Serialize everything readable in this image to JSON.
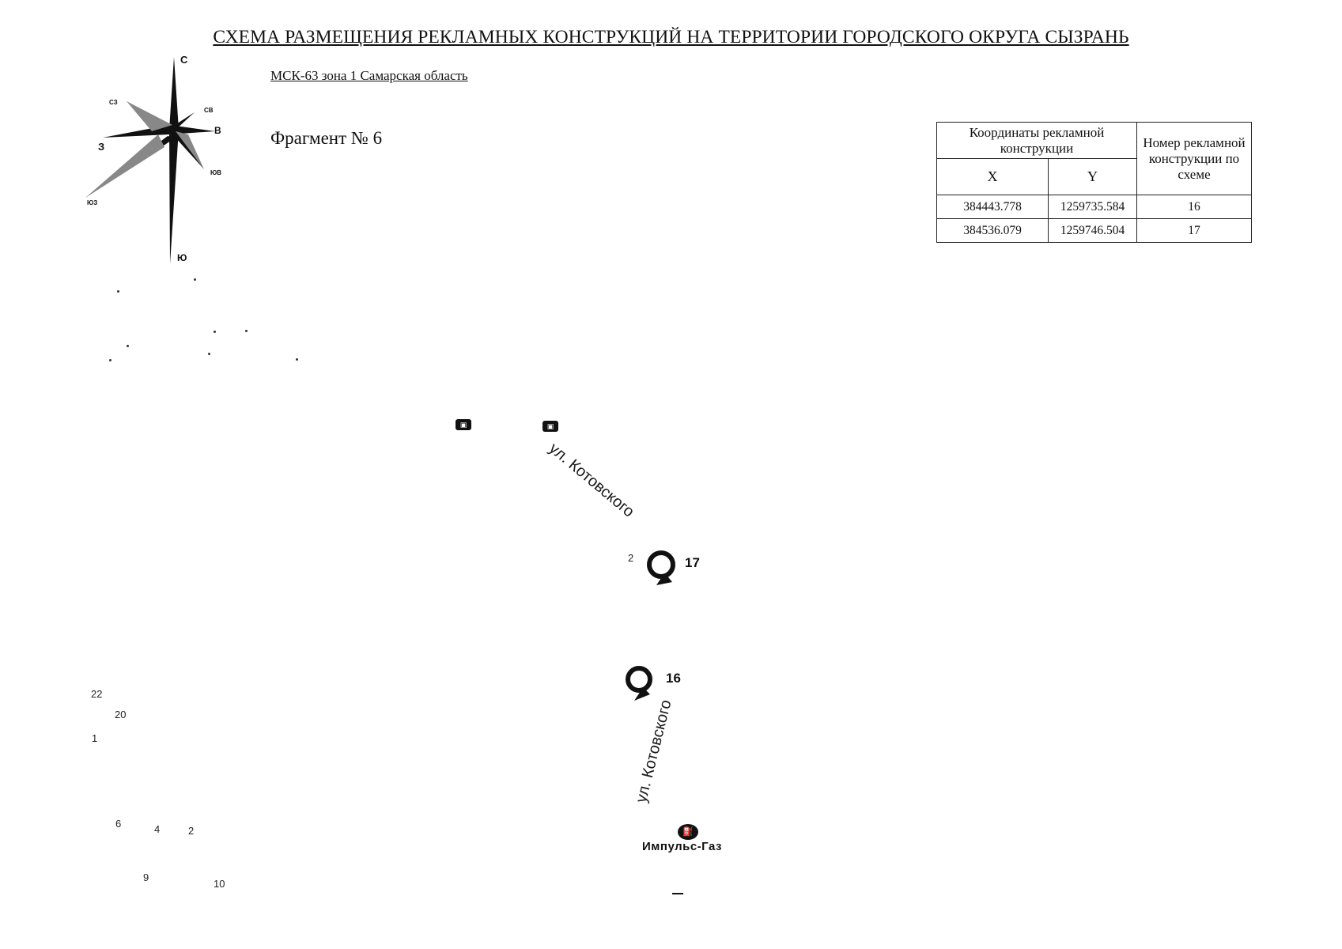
{
  "title": "СХЕМА РАЗМЕЩЕНИЯ РЕКЛАМНЫХ КОНСТРУКЦИЙ НА ТЕРРИТОРИИ ГОРОДСКОГО ОКРУГА СЫЗРАНЬ",
  "subtitle": "МСК-63 зона 1 Самарская область",
  "fragment": "Фрагмент № 6",
  "compass": {
    "north": "С",
    "south": "Ю",
    "west": "З",
    "east": "В",
    "nw": "СЗ",
    "ne": "СВ",
    "se": "ЮВ",
    "sw": "ЮЗ"
  },
  "table": {
    "coords_header": "Координаты рекламной конструкции",
    "number_header": "Номер рекламной конструкции по схеме",
    "x_header": "X",
    "y_header": "Y",
    "rows": [
      {
        "x": "384443.778",
        "y": "1259735.584",
        "num": "16"
      },
      {
        "x": "384536.079",
        "y": "1259746.504",
        "num": "17"
      }
    ]
  },
  "map": {
    "street_upper": "ул. Котовского",
    "street_lower": "ул. Котовского",
    "pin_17": "17",
    "pin_16": "16",
    "house_2_near_17": "2",
    "poi_label": "Импульс-Газ",
    "poi_icon": "gas-station-icon",
    "bus_stop_icon": "bus-stop-icon",
    "house_numbers": [
      "22",
      "20",
      "1",
      "6",
      "4",
      "2",
      "9",
      "10"
    ]
  }
}
